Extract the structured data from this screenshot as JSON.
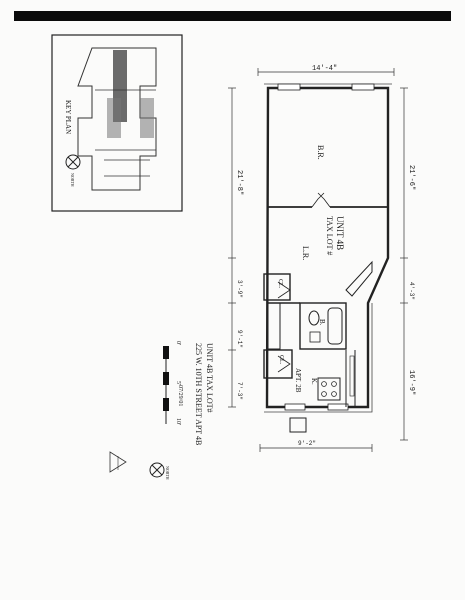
{
  "document": {
    "unit_title": "UNIT 4B TAX LOT#",
    "address": "225 W. 10TH STREET APT 4B",
    "date": "07/29/01",
    "north_label": "NORTH"
  },
  "key_plan": {
    "title": "KEY PLAN",
    "north_label": "NORTH"
  },
  "scale_bar": {
    "labels": [
      "0'",
      "5'",
      "10'"
    ]
  },
  "rooms": {
    "unit_label": "UNIT 4B",
    "tax_lot": "TAX LOT #",
    "br": "B.R.",
    "lr": "L.R.",
    "cl1": "CL.",
    "cl2": "CL.",
    "b": "B.",
    "k": "K.",
    "apt": "APT. 2B"
  },
  "dimensions": {
    "top_width": "14'-4\"",
    "left_br": "21'-8\"",
    "right_br": "21'-6\"",
    "cl1_width": "3'-9\"",
    "mid_width": "9'-1\"",
    "kitchen_width": "7'-3\"",
    "right_offset": "4'-3\"",
    "right_lower": "16'-9\"",
    "bottom_width": "9'-2\""
  },
  "colors": {
    "line": "#222222",
    "hatch": "#555555",
    "highlight": "#6b6b6b"
  }
}
